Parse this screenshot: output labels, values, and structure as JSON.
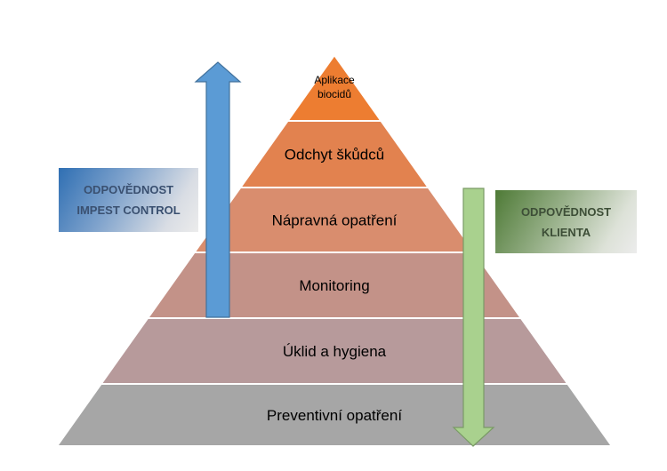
{
  "pyramid": {
    "levels": [
      {
        "id": "aplikace",
        "label": "Aplikace\nbiocidů",
        "color": "#ed7d31"
      },
      {
        "id": "odchyt",
        "label": "Odchyt škůdců",
        "color": "#e2824f"
      },
      {
        "id": "napravna",
        "label": "Nápravná opatření",
        "color": "#d98d6e"
      },
      {
        "id": "monitoring",
        "label": "Monitoring",
        "color": "#c39288"
      },
      {
        "id": "uklid",
        "label": "Úklid a hygiena",
        "color": "#b79a9b"
      },
      {
        "id": "preventivni",
        "label": "Preventivní opatření",
        "color": "#a6a6a6"
      }
    ]
  },
  "responsibility": {
    "impest": "ODPOVĚDNOST\nIMPEST CONTROL",
    "client": "ODPOVĚDNOST\nKLIENTA"
  },
  "arrows": {
    "up_color": "#5b9bd5",
    "down_color": "#a9d18e"
  }
}
